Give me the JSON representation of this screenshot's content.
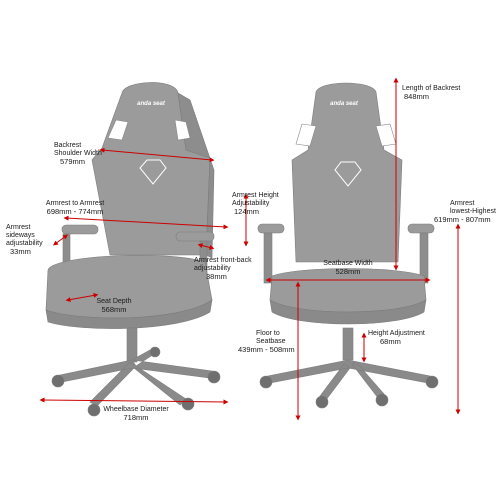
{
  "brand": {
    "logo_text": "anda seat"
  },
  "colors": {
    "chair": "#9b9b9b",
    "chair_dark": "#7d7d7d",
    "chair_light": "#b0b0b0",
    "metal": "#8a8a8a",
    "arrow": "#cc0000",
    "wheel": "#6f6f6f"
  },
  "dimensions": {
    "backrest_shoulder": {
      "label": "Backrest\nShoulder Width",
      "value": "579mm"
    },
    "armrest_to_armrest": {
      "label": "Armrest to Armrest",
      "value": "698mm - 774mm"
    },
    "armrest_sideways": {
      "label": "Armrest\nsideways\nadjustability",
      "value": "33mm"
    },
    "armrest_height": {
      "label": "Armrest Height\nAdjustability",
      "value": "124mm"
    },
    "armrest_front_back": {
      "label": "Armrest front-back\nadjustability",
      "value": "38mm"
    },
    "seat_depth": {
      "label": "Seat Depth",
      "value": "568mm"
    },
    "wheelbase": {
      "label": "Wheelbase Diameter",
      "value": "718mm"
    },
    "backrest_length": {
      "label": "Length of Backrest",
      "value": "848mm"
    },
    "seatbase_width": {
      "label": "Seatbase Width",
      "value": "528mm"
    },
    "armrest_lowest_highest": {
      "label": "Armrest\nlowest-Highest",
      "value": "619mm - 807mm"
    },
    "floor_to_seatbase": {
      "label": "Floor to\nSeatbase",
      "value": "439mm - 508mm"
    },
    "height_adjustment": {
      "label": "Height Adjustment",
      "value": "68mm"
    }
  }
}
